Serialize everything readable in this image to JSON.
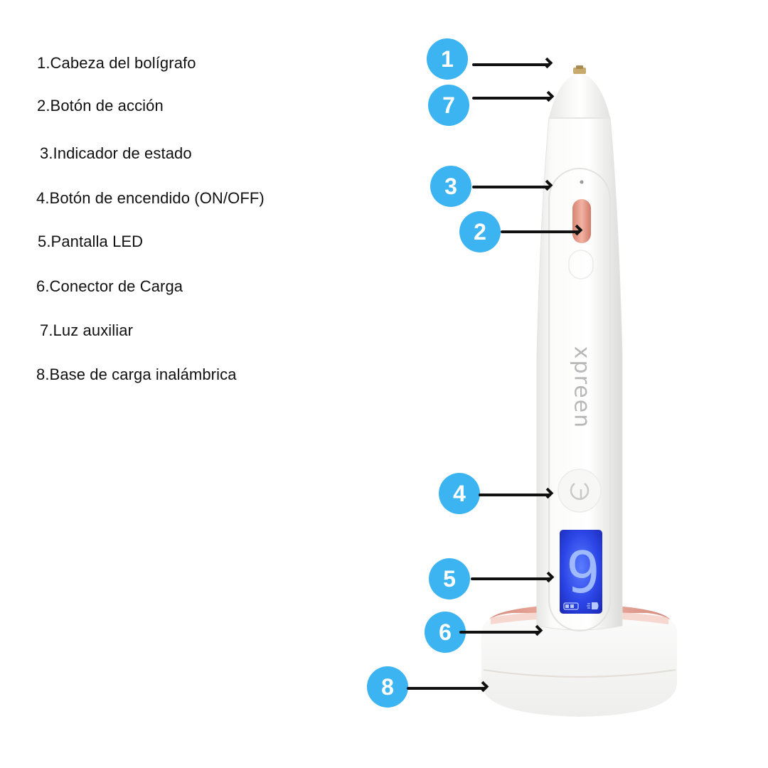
{
  "legend": {
    "items": [
      {
        "number": "1",
        "text": "1.Cabeza del bolígrafo"
      },
      {
        "number": "2",
        "text": "2.Botón de acción"
      },
      {
        "number": "3",
        "text": "3.Indicador de estado"
      },
      {
        "number": "4",
        "text": "4.Botón de encendido (ON/OFF)"
      },
      {
        "number": "5",
        "text": "5.Pantalla LED"
      },
      {
        "number": "6",
        "text": "6.Conector de Carga"
      },
      {
        "number": "7",
        "text": "7.Luz auxiliar"
      },
      {
        "number": "8",
        "text": "8.Base de carga inalámbrica"
      }
    ]
  },
  "callouts": [
    {
      "number": "1"
    },
    {
      "number": "7"
    },
    {
      "number": "3"
    },
    {
      "number": "2"
    },
    {
      "number": "4"
    },
    {
      "number": "5"
    },
    {
      "number": "6"
    },
    {
      "number": "8"
    }
  ],
  "device": {
    "brand": "xpreen",
    "lcd_value": "9",
    "lcd_icons": [
      "battery-icon",
      "light-icon"
    ]
  },
  "colors": {
    "callout": "#3db4f2",
    "accent_rose": "#e8a393",
    "lcd_blue": "#2a3fe0",
    "body_white": "#f7f7f5"
  }
}
